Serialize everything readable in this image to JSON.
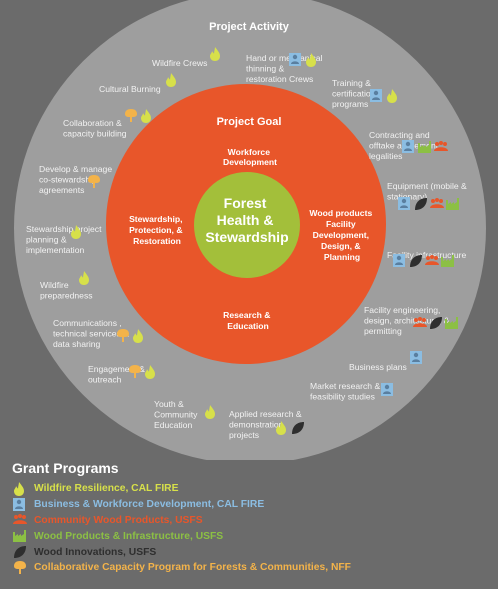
{
  "colors": {
    "background": "#6b6b6b",
    "outer_ring": "#9e9e9e",
    "goal_ring": "#e8562a",
    "center": "#a3bf3a",
    "wildfire": "#d7e04a",
    "business": "#8bbde2",
    "community": "#e8562a",
    "infrastructure": "#8cc044",
    "innovations": "#2e2e2e",
    "collaborative": "#f3b34a"
  },
  "outer_title": "Project Activity",
  "goal_title": "Project Goal",
  "center_label": [
    "Forest",
    "Health &",
    "Stewardship"
  ],
  "goals": {
    "workforce": [
      "Workforce",
      "Development"
    ],
    "stewardship": [
      "Stewardship,",
      "Protection, &",
      "Restoration"
    ],
    "wood": [
      "Wood products",
      "Facility",
      "Development,",
      "Design, &",
      "Planning"
    ],
    "research": [
      "Research &",
      "Education"
    ]
  },
  "activities": [
    {
      "key": "wildfire-crews",
      "lines": [
        "Wildfire Crews"
      ],
      "icons": [
        "flame-icon"
      ]
    },
    {
      "key": "thinning",
      "lines": [
        "Hand or mechanical",
        "thinning &",
        "restoration Crews"
      ],
      "icons": [
        "business-icon",
        "flame-icon"
      ]
    },
    {
      "key": "cultural-burning",
      "lines": [
        "Cultural Burning"
      ],
      "icons": [
        "flame-icon"
      ]
    },
    {
      "key": "training",
      "lines": [
        "Training &",
        "certification",
        "programs"
      ],
      "icons": [
        "business-icon",
        "flame-icon"
      ]
    },
    {
      "key": "collaboration",
      "lines": [
        "Collaboration &",
        "capacity building"
      ],
      "icons": [
        "tree-icon",
        "flame-icon"
      ]
    },
    {
      "key": "contracting",
      "lines": [
        "Contracting and",
        "offtake agreement",
        "legalities"
      ],
      "icons": [
        "business-icon",
        "factory-icon",
        "community-icon"
      ]
    },
    {
      "key": "co-stewardship",
      "lines": [
        "Develop & manage",
        "co-stewardship",
        "agreements"
      ],
      "icons": [
        "tree-icon"
      ]
    },
    {
      "key": "equipment",
      "lines": [
        "Equipment (mobile &",
        "stationary)"
      ],
      "icons": [
        "business-icon",
        "leaf-icon",
        "community-icon",
        "factory-icon"
      ]
    },
    {
      "key": "stewardship-planning",
      "lines": [
        "Stewardship project",
        "planning &",
        "implementation"
      ],
      "icons": [
        "flame-icon"
      ]
    },
    {
      "key": "facility-infra",
      "lines": [
        "Facility infrastructure"
      ],
      "icons": [
        "business-icon",
        "leaf-icon",
        "community-icon",
        "factory-icon"
      ]
    },
    {
      "key": "wildfire-preparedness",
      "lines": [
        "Wildfire",
        "preparedness"
      ],
      "icons": [
        "flame-icon"
      ]
    },
    {
      "key": "facility-engineering",
      "lines": [
        "Facility engineering,",
        "design, architecture, &",
        "permitting"
      ],
      "icons": [
        "community-icon",
        "leaf-icon",
        "factory-icon"
      ]
    },
    {
      "key": "communications",
      "lines": [
        "Communications ,",
        "technical services &",
        "data sharing"
      ],
      "icons": [
        "tree-icon",
        "flame-icon"
      ]
    },
    {
      "key": "business-plans",
      "lines": [
        "Business plans"
      ],
      "icons": [
        "business-icon"
      ]
    },
    {
      "key": "engagement",
      "lines": [
        "Engagement &",
        "outreach"
      ],
      "icons": [
        "tree-icon",
        "flame-icon"
      ]
    },
    {
      "key": "market-research",
      "lines": [
        "Market research &",
        "feasibility studies"
      ],
      "icons": [
        "business-icon"
      ]
    },
    {
      "key": "youth",
      "lines": [
        "Youth &",
        "Community",
        "Education"
      ],
      "icons": [
        "flame-icon"
      ]
    },
    {
      "key": "applied-research",
      "lines": [
        "Applied research &",
        "demonstration",
        "projects"
      ],
      "icons": [
        "flame-icon",
        "leaf-icon"
      ]
    }
  ],
  "legend": {
    "title": "Grant Programs",
    "items": [
      {
        "label": "Wildfire Resilience, CAL FIRE",
        "icon": "flame-icon",
        "color": "#d7e04a"
      },
      {
        "label": "Business & Workforce Development, CAL FIRE",
        "icon": "business-icon",
        "color": "#8bbde2"
      },
      {
        "label": "Community Wood Products, USFS",
        "icon": "community-icon",
        "color": "#e8562a"
      },
      {
        "label": "Wood Products & Infrastructure, USFS",
        "icon": "factory-icon",
        "color": "#8cc044"
      },
      {
        "label": "Wood Innovations, USFS",
        "icon": "leaf-icon",
        "color": "#2e2e2e"
      },
      {
        "label": "Collaborative Capacity Program for Forests & Communities, NFF",
        "icon": "tree-icon",
        "color": "#f3b34a"
      }
    ]
  }
}
